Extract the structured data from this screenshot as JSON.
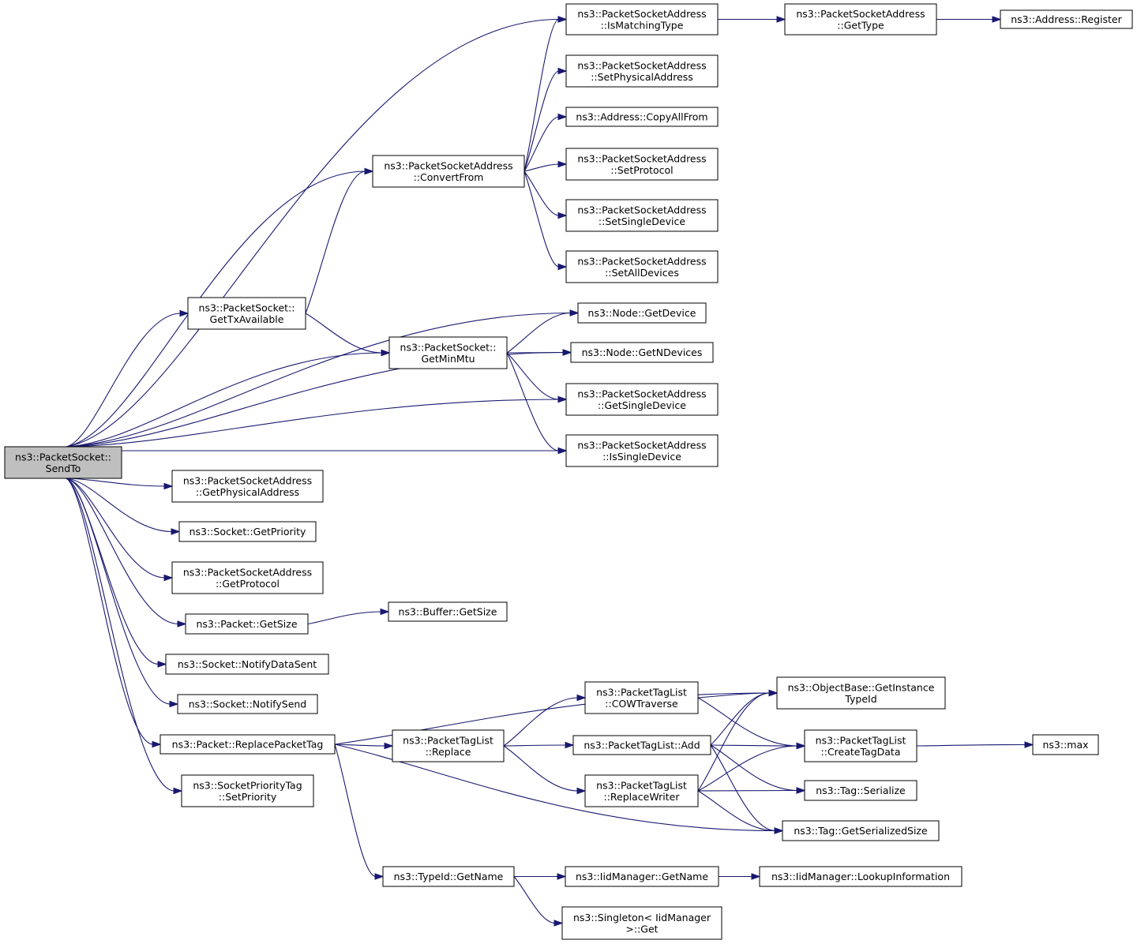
{
  "graph": {
    "nodes": [
      {
        "id": "sendto",
        "lines": [
          "ns3::PacketSocket::",
          "SendTo"
        ],
        "root": true
      },
      {
        "id": "ismatching",
        "lines": [
          "ns3::PacketSocketAddress",
          "::IsMatchingType"
        ]
      },
      {
        "id": "gettype",
        "lines": [
          "ns3::PacketSocketAddress",
          "::GetType"
        ]
      },
      {
        "id": "register",
        "lines": [
          "ns3::Address::Register"
        ]
      },
      {
        "id": "setphys",
        "lines": [
          "ns3::PacketSocketAddress",
          "::SetPhysicalAddress"
        ]
      },
      {
        "id": "copyall",
        "lines": [
          "ns3::Address::CopyAllFrom"
        ]
      },
      {
        "id": "convertfrom",
        "lines": [
          "ns3::PacketSocketAddress",
          "::ConvertFrom"
        ]
      },
      {
        "id": "setproto",
        "lines": [
          "ns3::PacketSocketAddress",
          "::SetProtocol"
        ]
      },
      {
        "id": "setsingle",
        "lines": [
          "ns3::PacketSocketAddress",
          "::SetSingleDevice"
        ]
      },
      {
        "id": "setalldev",
        "lines": [
          "ns3::PacketSocketAddress",
          "::SetAllDevices"
        ]
      },
      {
        "id": "gettxavail",
        "lines": [
          "ns3::PacketSocket::",
          "GetTxAvailable"
        ]
      },
      {
        "id": "getdevice",
        "lines": [
          "ns3::Node::GetDevice"
        ]
      },
      {
        "id": "getminmtu",
        "lines": [
          "ns3::PacketSocket::",
          "GetMinMtu"
        ]
      },
      {
        "id": "getndevices",
        "lines": [
          "ns3::Node::GetNDevices"
        ]
      },
      {
        "id": "getsingle",
        "lines": [
          "ns3::PacketSocketAddress",
          "::GetSingleDevice"
        ]
      },
      {
        "id": "issingle",
        "lines": [
          "ns3::PacketSocketAddress",
          "::IsSingleDevice"
        ]
      },
      {
        "id": "getphys",
        "lines": [
          "ns3::PacketSocketAddress",
          "::GetPhysicalAddress"
        ]
      },
      {
        "id": "getprio",
        "lines": [
          "ns3::Socket::GetPriority"
        ]
      },
      {
        "id": "getproto",
        "lines": [
          "ns3::PacketSocketAddress",
          "::GetProtocol"
        ]
      },
      {
        "id": "pktgetsize",
        "lines": [
          "ns3::Packet::GetSize"
        ]
      },
      {
        "id": "bufgetsize",
        "lines": [
          "ns3::Buffer::GetSize"
        ]
      },
      {
        "id": "notifydata",
        "lines": [
          "ns3::Socket::NotifyDataSent"
        ]
      },
      {
        "id": "notifysend",
        "lines": [
          "ns3::Socket::NotifySend"
        ]
      },
      {
        "id": "replacetag",
        "lines": [
          "ns3::Packet::ReplacePacketTag"
        ]
      },
      {
        "id": "setpriotag",
        "lines": [
          "ns3::SocketPriorityTag",
          "::SetPriority"
        ]
      },
      {
        "id": "getinstance",
        "lines": [
          "ns3::ObjectBase::GetInstance",
          "TypeId"
        ]
      },
      {
        "id": "cowtraverse",
        "lines": [
          "ns3::PacketTagList",
          "::COWTraverse"
        ]
      },
      {
        "id": "createtag",
        "lines": [
          "ns3::PacketTagList",
          "::CreateTagData"
        ]
      },
      {
        "id": "max",
        "lines": [
          "ns3::max"
        ]
      },
      {
        "id": "ptlreplace",
        "lines": [
          "ns3::PacketTagList",
          "::Replace"
        ]
      },
      {
        "id": "ptladd",
        "lines": [
          "ns3::PacketTagList::Add"
        ]
      },
      {
        "id": "tagserialize",
        "lines": [
          "ns3::Tag::Serialize"
        ]
      },
      {
        "id": "replacewriter",
        "lines": [
          "ns3::PacketTagList",
          "::ReplaceWriter"
        ]
      },
      {
        "id": "getsersize",
        "lines": [
          "ns3::Tag::GetSerializedSize"
        ]
      },
      {
        "id": "typeidgetname",
        "lines": [
          "ns3::TypeId::GetName"
        ]
      },
      {
        "id": "iidgetname",
        "lines": [
          "ns3::IidManager::GetName"
        ]
      },
      {
        "id": "lookup",
        "lines": [
          "ns3::IidManager::LookupInformation"
        ]
      },
      {
        "id": "singleton",
        "lines": [
          "ns3::Singleton< IidManager",
          ">::Get"
        ]
      }
    ],
    "edges": [
      [
        "sendto",
        "ismatching"
      ],
      [
        "sendto",
        "convertfrom"
      ],
      [
        "sendto",
        "getdevice"
      ],
      [
        "sendto",
        "getndevices"
      ],
      [
        "sendto",
        "gettxavail"
      ],
      [
        "sendto",
        "getminmtu"
      ],
      [
        "sendto",
        "getsingle"
      ],
      [
        "sendto",
        "issingle"
      ],
      [
        "sendto",
        "getphys"
      ],
      [
        "sendto",
        "getprio"
      ],
      [
        "sendto",
        "getproto"
      ],
      [
        "sendto",
        "pktgetsize"
      ],
      [
        "sendto",
        "notifydata"
      ],
      [
        "sendto",
        "notifysend"
      ],
      [
        "sendto",
        "replacetag"
      ],
      [
        "sendto",
        "setpriotag"
      ],
      [
        "ismatching",
        "gettype"
      ],
      [
        "gettype",
        "register"
      ],
      [
        "convertfrom",
        "ismatching"
      ],
      [
        "convertfrom",
        "setphys"
      ],
      [
        "convertfrom",
        "copyall"
      ],
      [
        "convertfrom",
        "setproto"
      ],
      [
        "convertfrom",
        "setsingle"
      ],
      [
        "convertfrom",
        "setalldev"
      ],
      [
        "gettxavail",
        "convertfrom"
      ],
      [
        "gettxavail",
        "getminmtu"
      ],
      [
        "getminmtu",
        "getdevice"
      ],
      [
        "getminmtu",
        "getndevices"
      ],
      [
        "getminmtu",
        "getsingle"
      ],
      [
        "getminmtu",
        "issingle"
      ],
      [
        "pktgetsize",
        "bufgetsize"
      ],
      [
        "replacetag",
        "getinstance"
      ],
      [
        "replacetag",
        "ptlreplace"
      ],
      [
        "replacetag",
        "getsersize"
      ],
      [
        "replacetag",
        "typeidgetname"
      ],
      [
        "ptlreplace",
        "cowtraverse"
      ],
      [
        "ptlreplace",
        "ptladd"
      ],
      [
        "ptlreplace",
        "replacewriter"
      ],
      [
        "cowtraverse",
        "getinstance"
      ],
      [
        "cowtraverse",
        "createtag"
      ],
      [
        "ptladd",
        "getinstance"
      ],
      [
        "ptladd",
        "createtag"
      ],
      [
        "ptladd",
        "tagserialize"
      ],
      [
        "ptladd",
        "getsersize"
      ],
      [
        "replacewriter",
        "getinstance"
      ],
      [
        "replacewriter",
        "createtag"
      ],
      [
        "replacewriter",
        "tagserialize"
      ],
      [
        "replacewriter",
        "getsersize"
      ],
      [
        "createtag",
        "max"
      ],
      [
        "typeidgetname",
        "iidgetname"
      ],
      [
        "typeidgetname",
        "singleton"
      ],
      [
        "iidgetname",
        "lookup"
      ]
    ]
  }
}
